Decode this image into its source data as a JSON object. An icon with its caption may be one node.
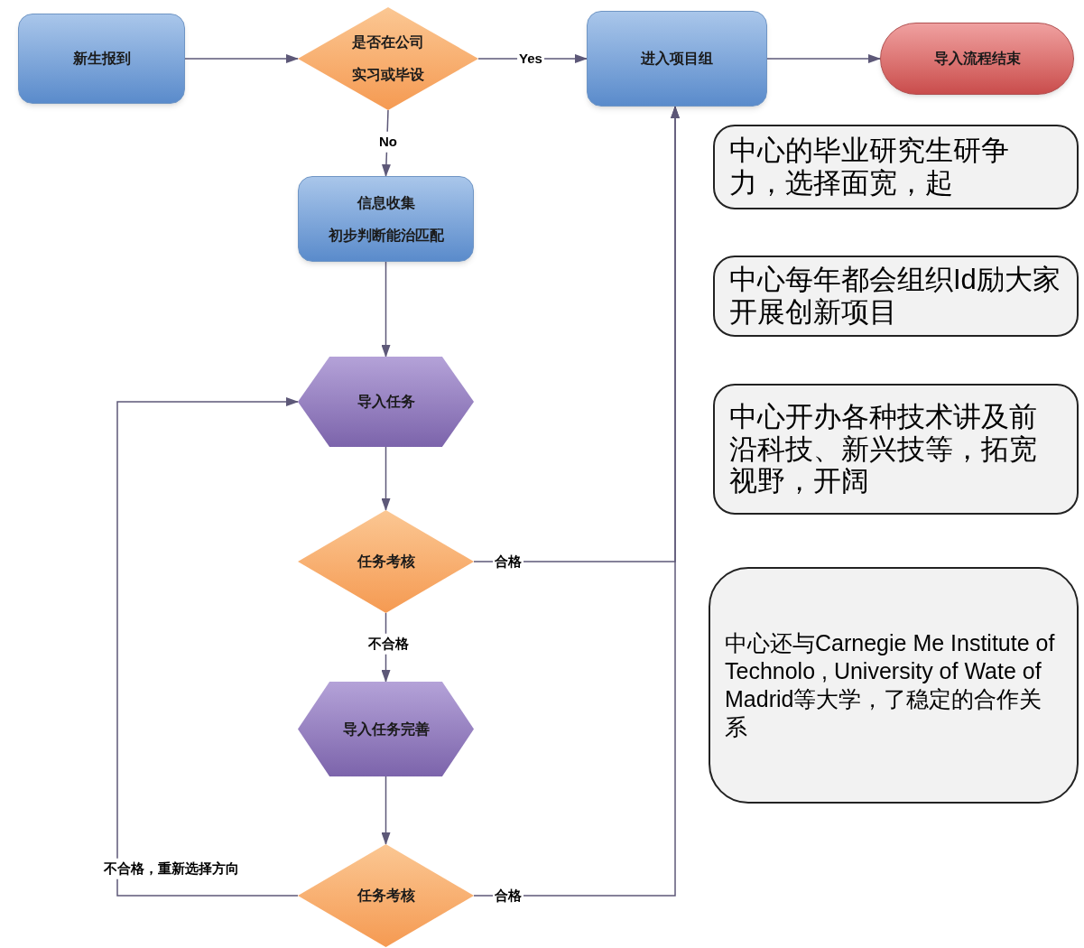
{
  "diagram": {
    "nodes": [
      {
        "text": [
          "新生报到"
        ]
      },
      {
        "text": [
          "是否在公司",
          "实习或毕设"
        ]
      },
      {
        "text": [
          "进入项目组"
        ]
      },
      {
        "text": [
          "导入流程结束"
        ]
      },
      {
        "text": [
          "信息收集",
          "初步判断能治匹配"
        ]
      },
      {
        "text": [
          "导入任务"
        ]
      },
      {
        "text": [
          "任务考核"
        ]
      },
      {
        "text": [
          "导入任务完善"
        ]
      },
      {
        "text": [
          "任务考核"
        ]
      },
      {
        "text": [
          "中心的毕业研究生研争力，选择面宽，起"
        ]
      },
      {
        "text": [
          "中心每年都会组织Id励大家开展创新项目"
        ]
      },
      {
        "text": [
          "中心开办各种技术讲及前沿科技、新兴技等，拓宽视野，开阔"
        ]
      },
      {
        "text": [
          "中心还与Carnegie Me Institute of Technolo , University of Wate of Madrid等大学，了稳定的合作关系"
        ]
      }
    ],
    "edges": [
      {
        "from": 0,
        "to": 1,
        "arrow": "to"
      },
      {
        "from": 1,
        "to": 2,
        "arrow": "to",
        "label": "Yes"
      },
      {
        "from": 2,
        "to": 3,
        "arrow": "to"
      },
      {
        "from": 1,
        "to": 4,
        "arrow": "to",
        "label": "No"
      },
      {
        "from": 4,
        "to": 5,
        "arrow": "to"
      },
      {
        "from": 5,
        "to": 6,
        "arrow": "to"
      },
      {
        "from": 6,
        "to": 2,
        "arrow": "to",
        "label": "合格"
      },
      {
        "from": 6,
        "to": 7,
        "arrow": "to",
        "label": "不合格"
      },
      {
        "from": 7,
        "to": 8,
        "arrow": "to"
      },
      {
        "from": 8,
        "to": 2,
        "arrow": "to",
        "label": "合格"
      },
      {
        "from": 8,
        "to": 5,
        "arrow": "to",
        "label": "不合格，重新选择方向"
      }
    ]
  }
}
